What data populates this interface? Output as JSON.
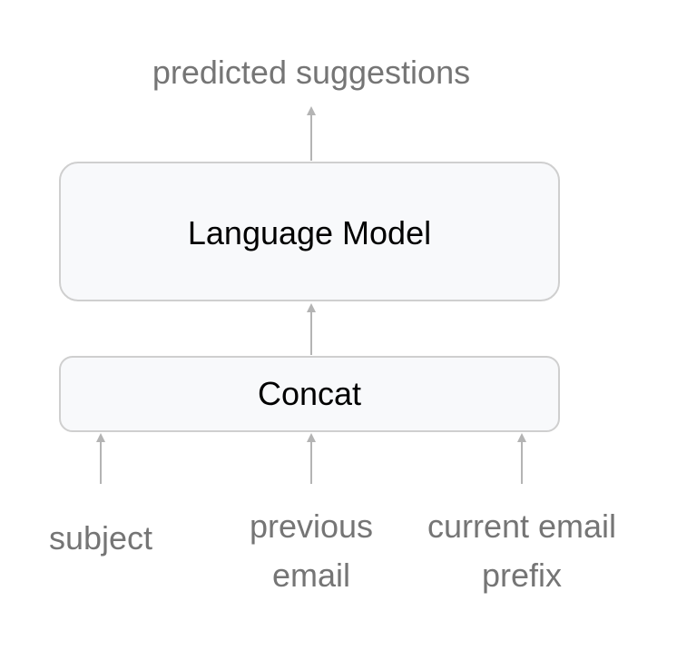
{
  "diagram": {
    "output_label": "predicted suggestions",
    "model_label": "Language Model",
    "concat_label": "Concat",
    "inputs": [
      {
        "line1": "subject"
      },
      {
        "line1": "previous",
        "line2": "email"
      },
      {
        "line1": "current email",
        "line2": "prefix"
      }
    ]
  },
  "colors": {
    "box_fill": "#f8f9fb",
    "box_stroke": "#cfcfcf",
    "arrow": "#b4b4b4",
    "label_gray": "#757575",
    "label_dark": "#000000"
  }
}
